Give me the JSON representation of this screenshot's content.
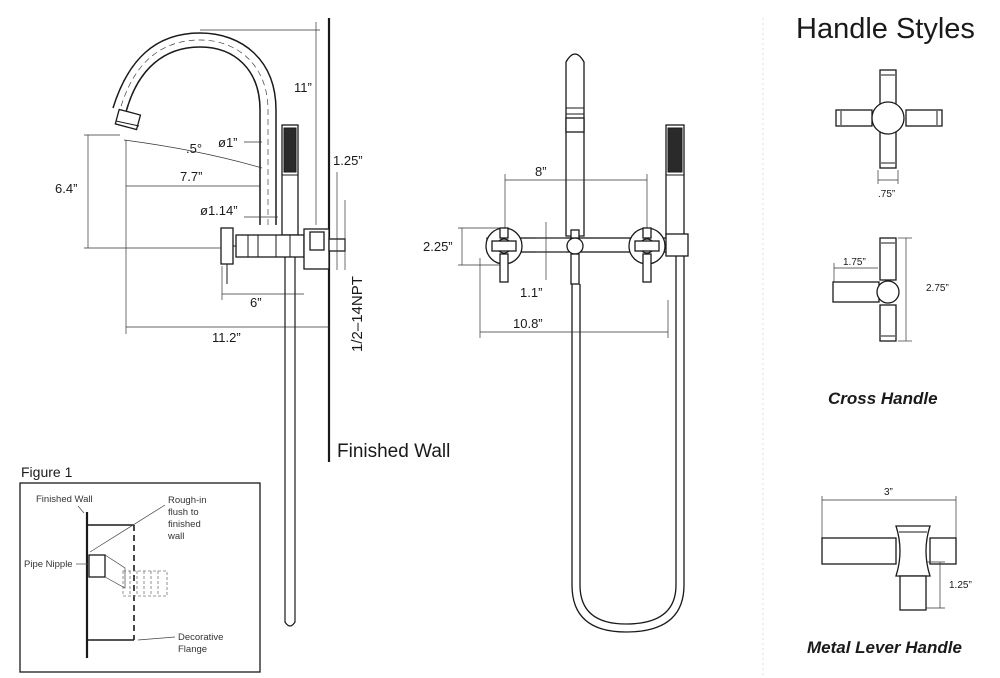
{
  "header": {
    "title": "Handle Styles"
  },
  "side_view": {
    "wall_label": "Finished Wall",
    "dims": {
      "spout_height": "11”",
      "spout_drop": "6.4”",
      "spout_angle": ".5°",
      "spout_diameter": "ø1”",
      "spout_reach": "7.7”",
      "riser_diameter": "ø1.14”",
      "wall_offset": "1.25”",
      "handle_reach": "6”",
      "overall_reach": "11.2”",
      "connection": "1/2–14NPT"
    }
  },
  "front_view": {
    "dims": {
      "handle_spacing": "8”",
      "flange_height": "2.25”",
      "bar_offset": "1.1”",
      "overall_width": "10.8”"
    }
  },
  "figure1": {
    "title": "Figure 1",
    "labels": {
      "finished_wall": "Finished Wall",
      "rough_in_1": "Rough-in",
      "rough_in_2": "flush to",
      "rough_in_3": "finished",
      "rough_in_4": "wall",
      "pipe_nipple": "Pipe Nipple",
      "flange_1": "Decorative",
      "flange_2": "Flange"
    }
  },
  "handles": {
    "cross": {
      "name": "Cross Handle",
      "dims": {
        "hub": ".75”",
        "arm": "1.75”",
        "height": "2.75”"
      }
    },
    "lever": {
      "name": "Metal Lever Handle",
      "dims": {
        "width": "3”",
        "height": "1.25”"
      }
    }
  }
}
